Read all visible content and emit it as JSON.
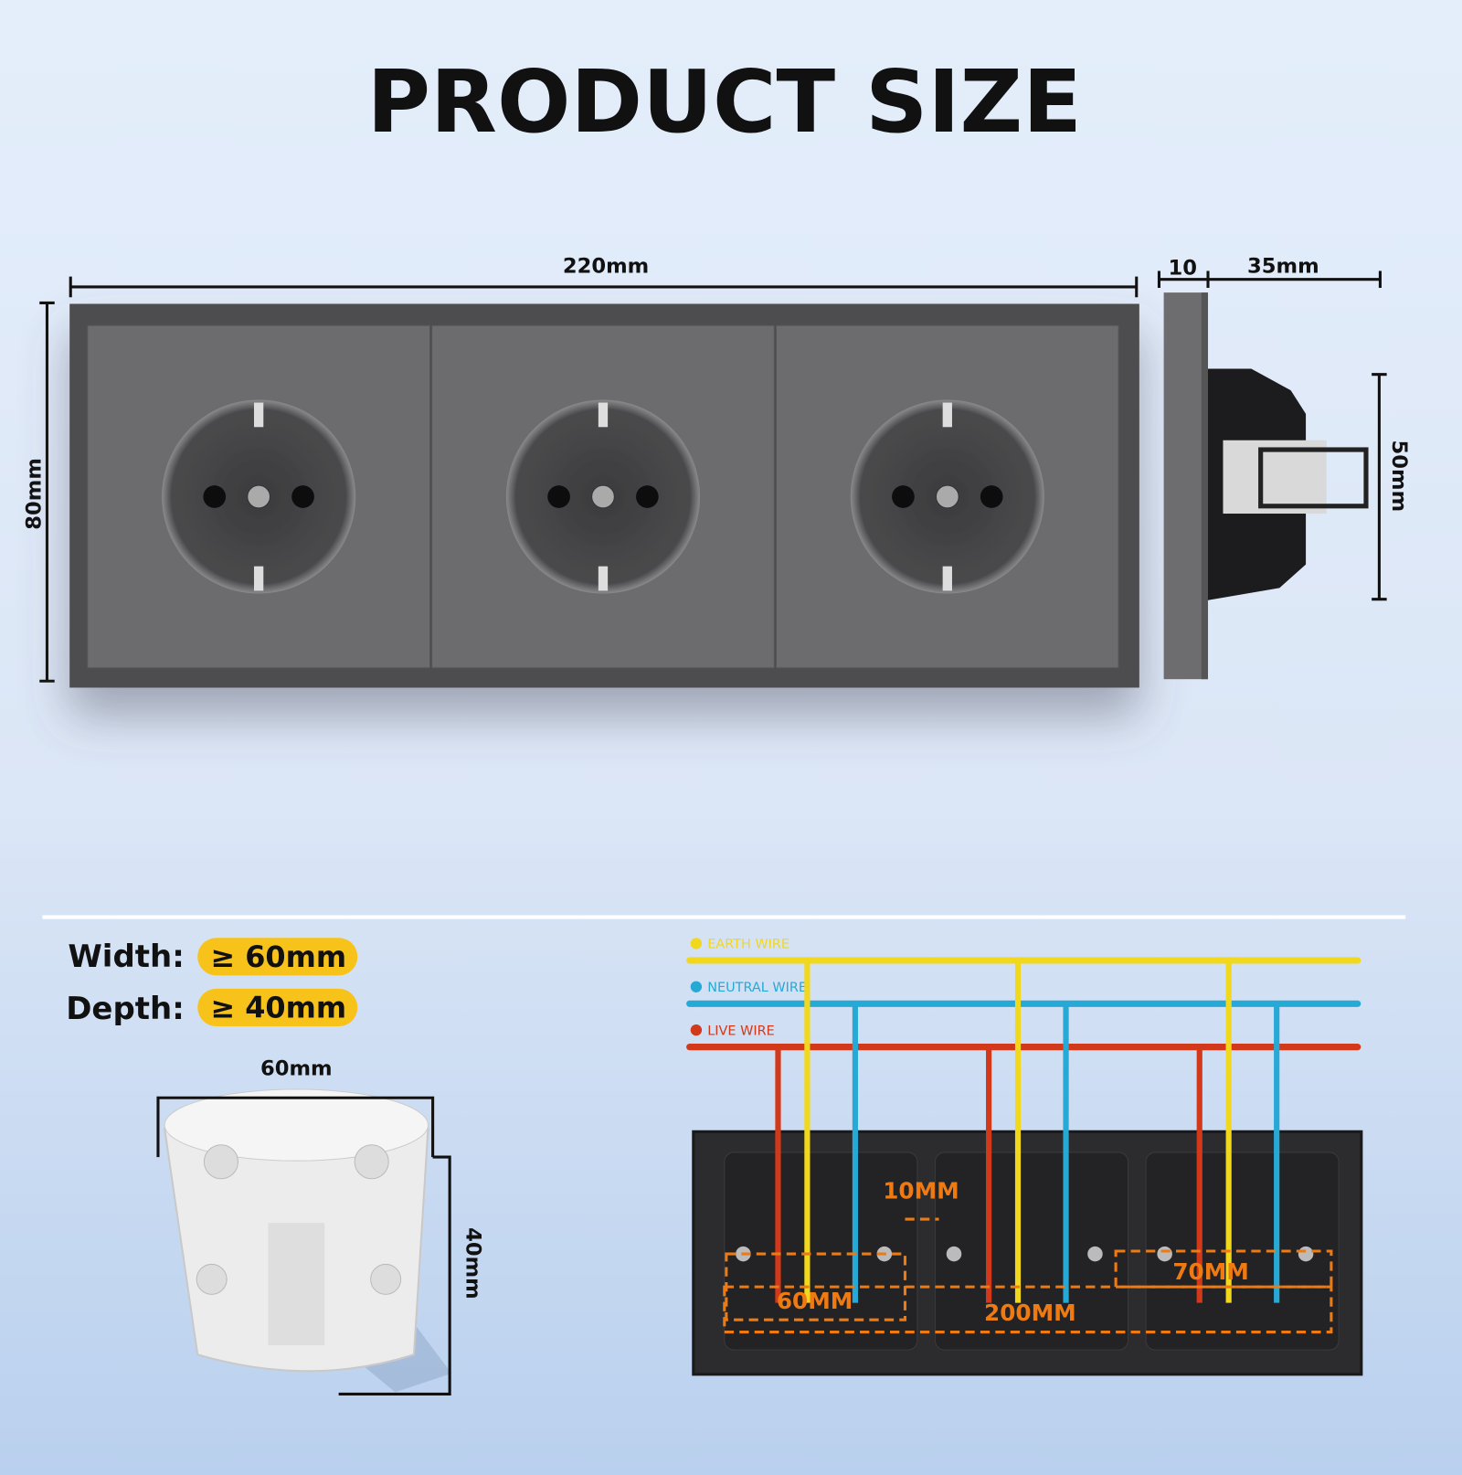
{
  "title": "PRODUCT SIZE",
  "front_view": {
    "width_label": "220mm",
    "height_label": "80mm",
    "socket_count": 3,
    "panel_color": "#6c6c6e"
  },
  "side_view": {
    "plate_label": "10",
    "depth_label": "35mm",
    "body_height_label": "50mm"
  },
  "requirements": {
    "width_label": "Width:",
    "width_value": "≥ 60mm",
    "depth_label": "Depth:",
    "depth_value": "≥ 40mm",
    "pill_color": "#f7c21a"
  },
  "wall_box": {
    "diameter_label": "60mm",
    "depth_label": "40mm"
  },
  "wiring": {
    "legend": [
      {
        "label": "EARTH WIRE",
        "color": "#f2d81c"
      },
      {
        "label": "NEUTRAL WIRE",
        "color": "#27a9d6"
      },
      {
        "label": "LIVE WIRE",
        "color": "#d2391a"
      }
    ],
    "annotations": {
      "gap": "10MM",
      "module_width": "60MM",
      "total_width": "200MM",
      "module_height": "70MM"
    },
    "annotation_color": "#f07a12"
  }
}
